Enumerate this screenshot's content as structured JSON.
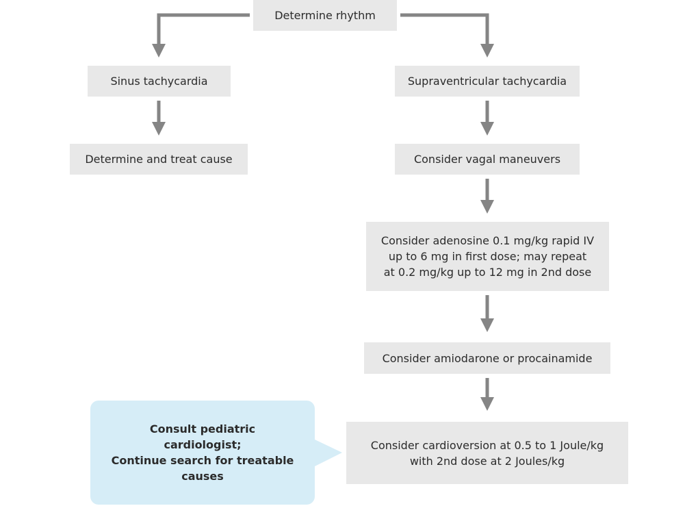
{
  "flowchart": {
    "nodes": {
      "determine_rhythm": "Determine rhythm",
      "sinus_tachycardia": "Sinus tachycardia",
      "determine_treat_cause": "Determine and treat cause",
      "svt": "Supraventricular tachycardia",
      "vagal_maneuvers": "Consider vagal maneuvers",
      "adenosine": "Consider adenosine 0.1 mg/kg rapid IV\nup to 6 mg in first dose; may repeat\nat 0.2 mg/kg up to 12 mg in 2nd dose",
      "amiodarone": "Consider amiodarone or procainamide",
      "cardioversion": "Consider cardioversion at 0.5 to 1 Joule/kg\nwith 2nd dose at 2 Joules/kg"
    },
    "callout": "Consult pediatric cardiologist;\nContinue search for treatable\ncauses",
    "colors": {
      "box": "#e8e8e8",
      "callout": "#d6edf7",
      "arrow": "#858585",
      "text": "#2b2b2b"
    }
  }
}
